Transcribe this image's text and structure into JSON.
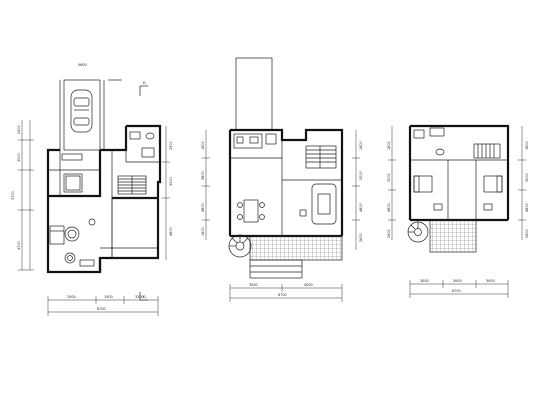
{
  "plans": [
    {
      "key": "ground",
      "caption_line1": "",
      "caption_line2": "",
      "dims_top": [
        "5600"
      ],
      "dims_bottom": [
        "2400",
        "1500",
        "3300"
      ],
      "dims_bottom_total": "8700",
      "dims_left": [
        "2400",
        "3000",
        "3700",
        "4700"
      ],
      "dims_right": [
        "3300",
        "3000",
        "4800"
      ],
      "rooms": [
        "",
        "",
        "",
        "",
        ""
      ],
      "section_mark_top": "D",
      "section_mark_bottom": "D"
    },
    {
      "key": "second",
      "caption_line1": "",
      "caption_line2": "",
      "dims_top": [],
      "dims_bottom": [
        "3500",
        "4000"
      ],
      "dims_bottom_total": "8700",
      "dims_left": [
        "1800",
        "3800",
        "4800",
        "1600"
      ],
      "dims_right": [
        "1800",
        "3000",
        "4800",
        "2600"
      ],
      "rooms": [
        "",
        "",
        "",
        "",
        "",
        ""
      ]
    },
    {
      "key": "third",
      "caption_line1": "",
      "caption_line2": "",
      "dims_top": [],
      "dims_bottom": [
        "3000",
        "3000",
        "3000"
      ],
      "dims_bottom_total": "8700",
      "dims_left": [
        "1800",
        "3000",
        "4800",
        "2600"
      ],
      "dims_right": [
        "1800",
        "3000",
        "4800",
        "2600"
      ],
      "rooms": [
        "",
        "",
        ""
      ]
    }
  ],
  "colors": {
    "wall": "#111111",
    "line": "#222222",
    "caption": "#666666",
    "background": "#ffffff"
  }
}
